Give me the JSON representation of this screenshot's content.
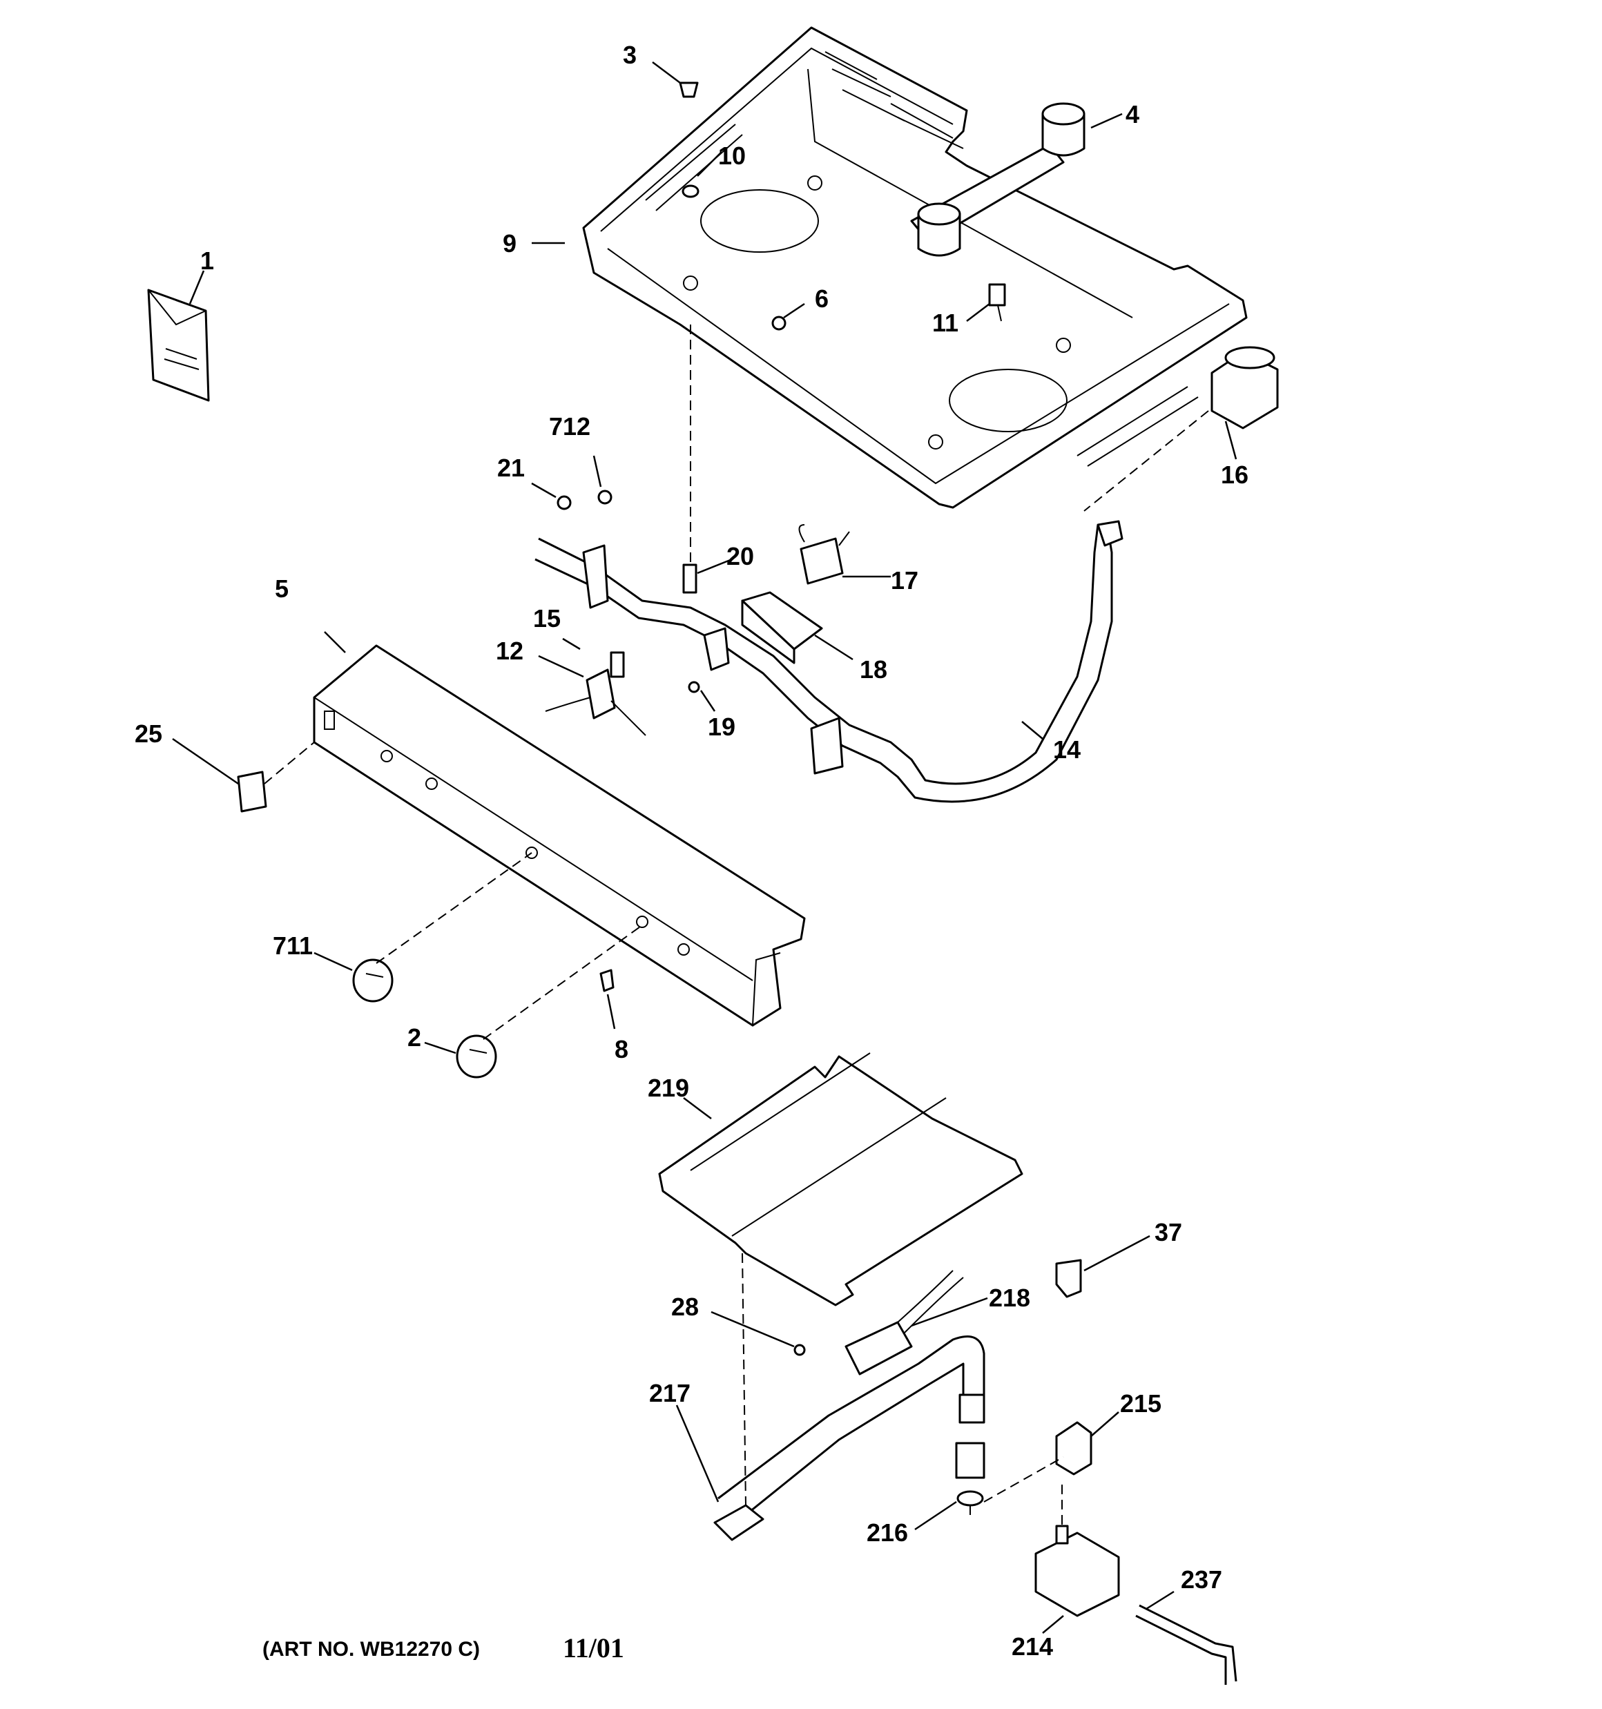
{
  "labels": {
    "p1": "1",
    "p2": "2",
    "p3": "3",
    "p4": "4",
    "p5": "5",
    "p6": "6",
    "p8": "8",
    "p9": "9",
    "p10": "10",
    "p11": "11",
    "p12": "12",
    "p14": "14",
    "p15": "15",
    "p16": "16",
    "p17": "17",
    "p18": "18",
    "p19": "19",
    "p20": "20",
    "p21": "21",
    "p25": "25",
    "p28": "28",
    "p37": "37",
    "p711": "711",
    "p712": "712",
    "p214": "214",
    "p215": "215",
    "p216": "216",
    "p217": "217",
    "p218": "218",
    "p219": "219",
    "p237": "237"
  },
  "footer": {
    "art_no": "(ART NO. WB12270 C)",
    "date": "11/01"
  }
}
